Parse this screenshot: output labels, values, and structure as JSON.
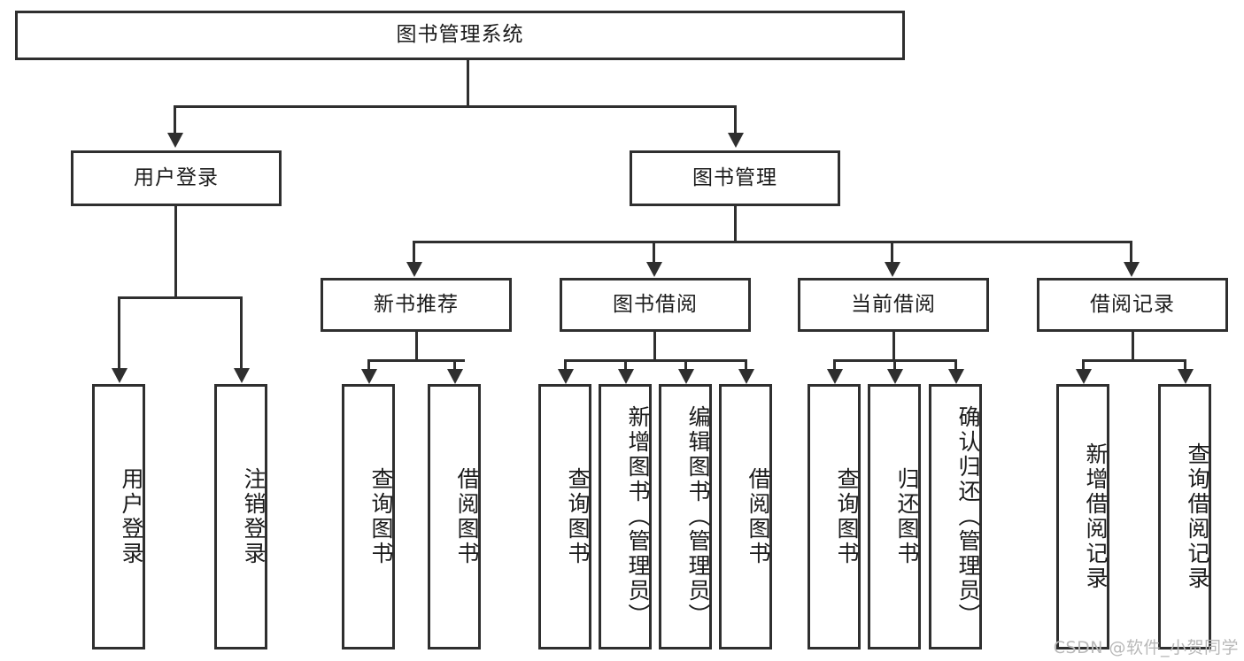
{
  "diagram": {
    "title": "图书管理系统",
    "type": "tree",
    "colors": {
      "stroke": "#2f2f2f",
      "fill": "#ffffff",
      "text": "#1b1b1b",
      "watermark": "#b9b9b9"
    },
    "root": {
      "label": "图书管理系统"
    },
    "level2": [
      {
        "label": "用户登录"
      },
      {
        "label": "图书管理"
      }
    ],
    "level3": [
      {
        "label": "新书推荐"
      },
      {
        "label": "图书借阅"
      },
      {
        "label": "当前借阅"
      },
      {
        "label": "借阅记录"
      }
    ],
    "leaves": {
      "user_login": [
        {
          "label": "用户登录"
        },
        {
          "label": "注销登录"
        }
      ],
      "new_book": [
        {
          "label": "查询图书"
        },
        {
          "label": "借阅图书"
        }
      ],
      "borrow": [
        {
          "label": "查询图书"
        },
        {
          "label": "新增图书（管理员）"
        },
        {
          "label": "编辑图书（管理员）"
        },
        {
          "label": "借阅图书"
        }
      ],
      "current": [
        {
          "label": "查询图书"
        },
        {
          "label": "归还图书"
        },
        {
          "label": "确认归还（管理员）"
        }
      ],
      "records": [
        {
          "label": "新增借阅记录"
        },
        {
          "label": "查询借阅记录"
        }
      ]
    }
  },
  "watermark": {
    "text": "CSDN @软件_小贺同学"
  }
}
